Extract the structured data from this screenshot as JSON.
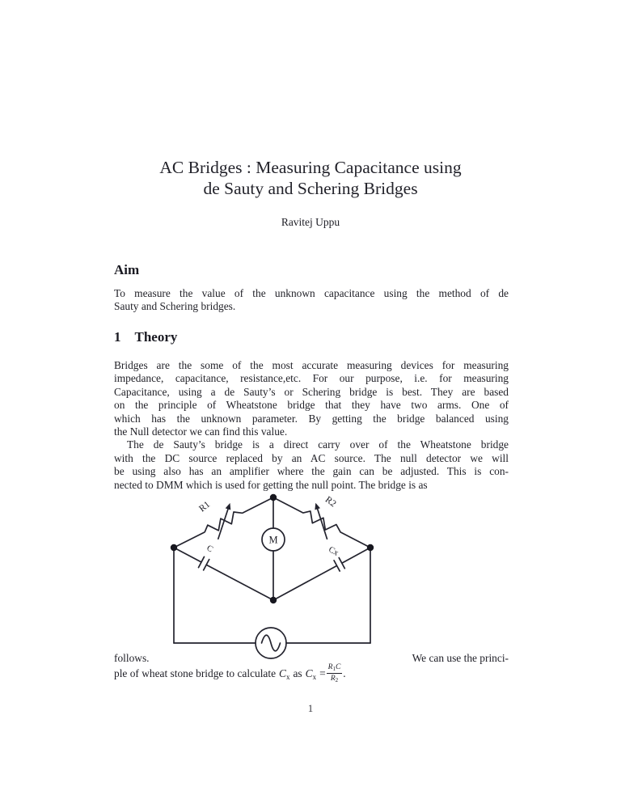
{
  "ink_color": "#1e1e26",
  "header": {
    "title_line1": "AC Bridges : Measuring Capacitance using",
    "title_line2": "de Sauty and Schering Bridges",
    "author": "Ravitej Uppu"
  },
  "aim": {
    "heading": "Aim",
    "lines": [
      "To measure the value of the unknown capacitance using the method of de",
      "Sauty and Schering bridges."
    ]
  },
  "theory": {
    "number": "1",
    "heading": "Theory",
    "para1_lines": [
      "Bridges are the some of the most accurate measuring devices for measuring",
      "impedance, capacitance, resistance,etc. For our purpose, i.e. for measuring",
      "Capacitance, using a de Sauty’s or Schering bridge is best. They are based",
      "on the principle of Wheatstone bridge that they have two arms. One of",
      "which has the unknown parameter. By getting the bridge balanced using",
      "the Null detector we can find this value."
    ],
    "para2_lines": [
      "The de Sauty’s bridge is a direct carry over of the Wheatstone bridge",
      "with the DC source replaced by an AC source. The null detector we will",
      "be using also has an amplifier where the gain can be adjusted. This is con-",
      "nected to DMM which is used for getting the null point. The bridge is as"
    ],
    "follows_left": "follows.",
    "follows_right": "We can use the princi-",
    "formula": {
      "prefix": "ple of wheat stone bridge to calculate",
      "c": "C",
      "c_sub": "x",
      "as_word": "as",
      "equals": "=",
      "num_r": "R",
      "num_r_sub": "1",
      "num_c": "C",
      "den_r": "R",
      "den_r_sub": "2",
      "period": "."
    }
  },
  "figure": {
    "labels": {
      "r1": "R1",
      "r2": "R2",
      "meter": "M",
      "c": "C",
      "cx": "Cx"
    }
  },
  "footer": {
    "page_number": "1"
  }
}
